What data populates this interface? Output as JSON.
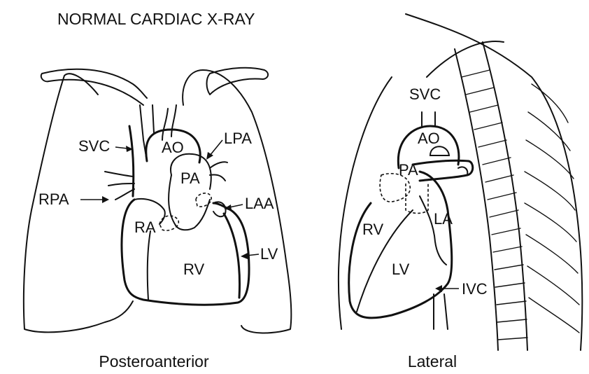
{
  "title": "NORMAL CARDIAC X-RAY",
  "views": [
    {
      "caption": "Posteroanterior",
      "labels": [
        "SVC",
        "AO",
        "LPA",
        "PA",
        "RPA",
        "LAA",
        "RA",
        "LV",
        "RV"
      ]
    },
    {
      "caption": "Lateral",
      "labels": [
        "SVC",
        "AO",
        "PA",
        "RV",
        "LA",
        "LV",
        "IVC"
      ]
    }
  ]
}
